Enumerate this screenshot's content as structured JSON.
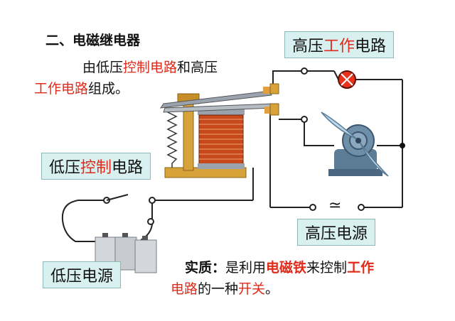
{
  "heading": "二、电磁继电器",
  "intro": {
    "p1": "由低压",
    "p2": "控制电路",
    "p3": "和高压",
    "p4": "工作电路",
    "p5": "组成。"
  },
  "labels": {
    "hv_circuit": {
      "a": "高压",
      "b": "工作",
      "c": "电路"
    },
    "lv_circuit": {
      "a": "低压",
      "b": "控制",
      "c": "电路"
    },
    "hv_source": "高压电源",
    "lv_source": "低压电源",
    "ac_symbol": "≃"
  },
  "essence": {
    "e1": "实质：",
    "e2": "是利用",
    "e3": "电磁铁",
    "e4": "来控制",
    "e5": "工作",
    "e6": "电路",
    "e7": "的一种",
    "e8": "开关",
    "e9": "。"
  },
  "colors": {
    "highlight": "#e02a1a",
    "box_bg": "#d9f0f0",
    "coil": "#c84a1c",
    "frame": "#d8a23a"
  }
}
